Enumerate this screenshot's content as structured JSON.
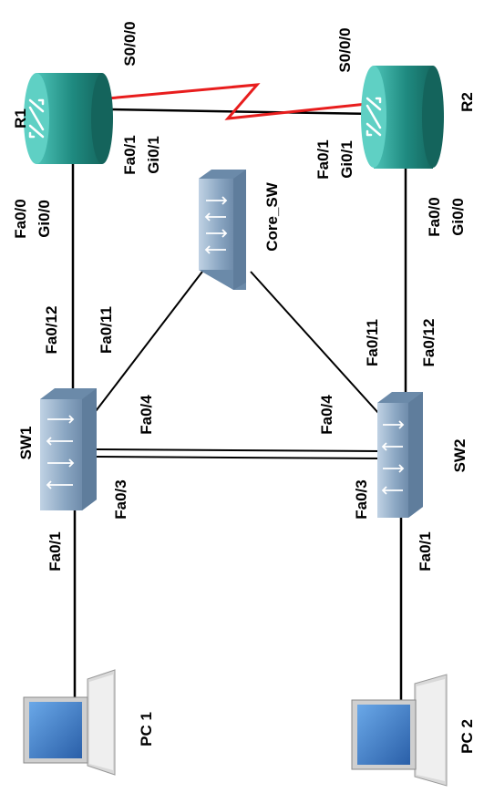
{
  "devices": {
    "r1": "R1",
    "r2": "R2",
    "core": "Core_SW",
    "sw1": "SW1",
    "sw2": "SW2",
    "pc1": "PC 1",
    "pc2": "PC 2"
  },
  "ports": {
    "r1_serial": "S0/0/0",
    "r2_serial": "S0/0/0",
    "r1_fa01": "Fa0/1",
    "r1_gi01": "Gi0/1",
    "r2_fa01": "Fa0/1",
    "r2_gi01": "Gi0/1",
    "r1_fa00": "Fa0/0",
    "r1_gi00": "Gi0/0",
    "r2_fa00": "Fa0/0",
    "r2_gi00": "Gi0/0",
    "sw1_fa012": "Fa0/12",
    "sw1_fa011": "Fa0/11",
    "sw2_fa011": "Fa0/11",
    "sw2_fa012": "Fa0/12",
    "sw1_fa04": "Fa0/4",
    "sw2_fa04": "Fa0/4",
    "sw1_fa03": "Fa0/3",
    "sw2_fa03": "Fa0/3",
    "sw1_fa01": "Fa0/1",
    "sw2_fa01": "Fa0/1"
  },
  "colors": {
    "router_body": "#1f8a80",
    "router_top": "#3fb3a8",
    "switch_body": "#7f9cb8",
    "switch_top": "#a9c0d6",
    "serial_link": "#e81d1d",
    "ethernet_link": "#000000",
    "pc_screen": "#3a7cc8"
  }
}
